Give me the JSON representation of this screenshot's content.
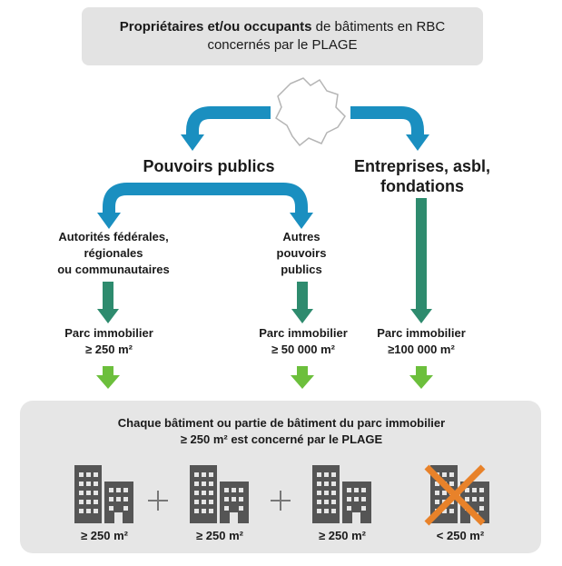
{
  "top_box": {
    "line1_bold": "Propriétaires et/ou occupants",
    "line1_rest": " de bâtiments en RBC",
    "line2": "concernés par le PLAGE"
  },
  "branches": {
    "public": "Pouvoirs publics",
    "private_line1": "Entreprises, asbl,",
    "private_line2": "fondations"
  },
  "sub_public": {
    "federal_line1": "Autorités fédérales,",
    "federal_line2": "régionales",
    "federal_line3": "ou communautaires",
    "other_line1": "Autres",
    "other_line2": "pouvoirs",
    "other_line3": "publics"
  },
  "thresholds": [
    {
      "line1": "Parc immobilier",
      "line2": "≥ 250 m²"
    },
    {
      "line1": "Parc immobilier",
      "line2": "≥ 50 000 m²"
    },
    {
      "line1": "Parc immobilier",
      "line2": "≥100 000 m²"
    }
  ],
  "bottom": {
    "title_line1": "Chaque bâtiment ou partie de bâtiment du parc immobilier",
    "title_line2": "≥ 250 m² est concerné par le PLAGE",
    "buildings": [
      {
        "label": "≥ 250 m²",
        "excluded": false
      },
      {
        "label": "≥ 250 m²",
        "excluded": false
      },
      {
        "label": "≥ 250 m²",
        "excluded": false
      },
      {
        "label": "< 250 m²",
        "excluded": true
      }
    ],
    "operator": "+"
  },
  "colors": {
    "blue_arrow": "#1a8fc0",
    "dark_green_arrow": "#2e8b6e",
    "light_green_arrow": "#6cbf3c",
    "building": "#555555",
    "cross": "#e8822a"
  }
}
